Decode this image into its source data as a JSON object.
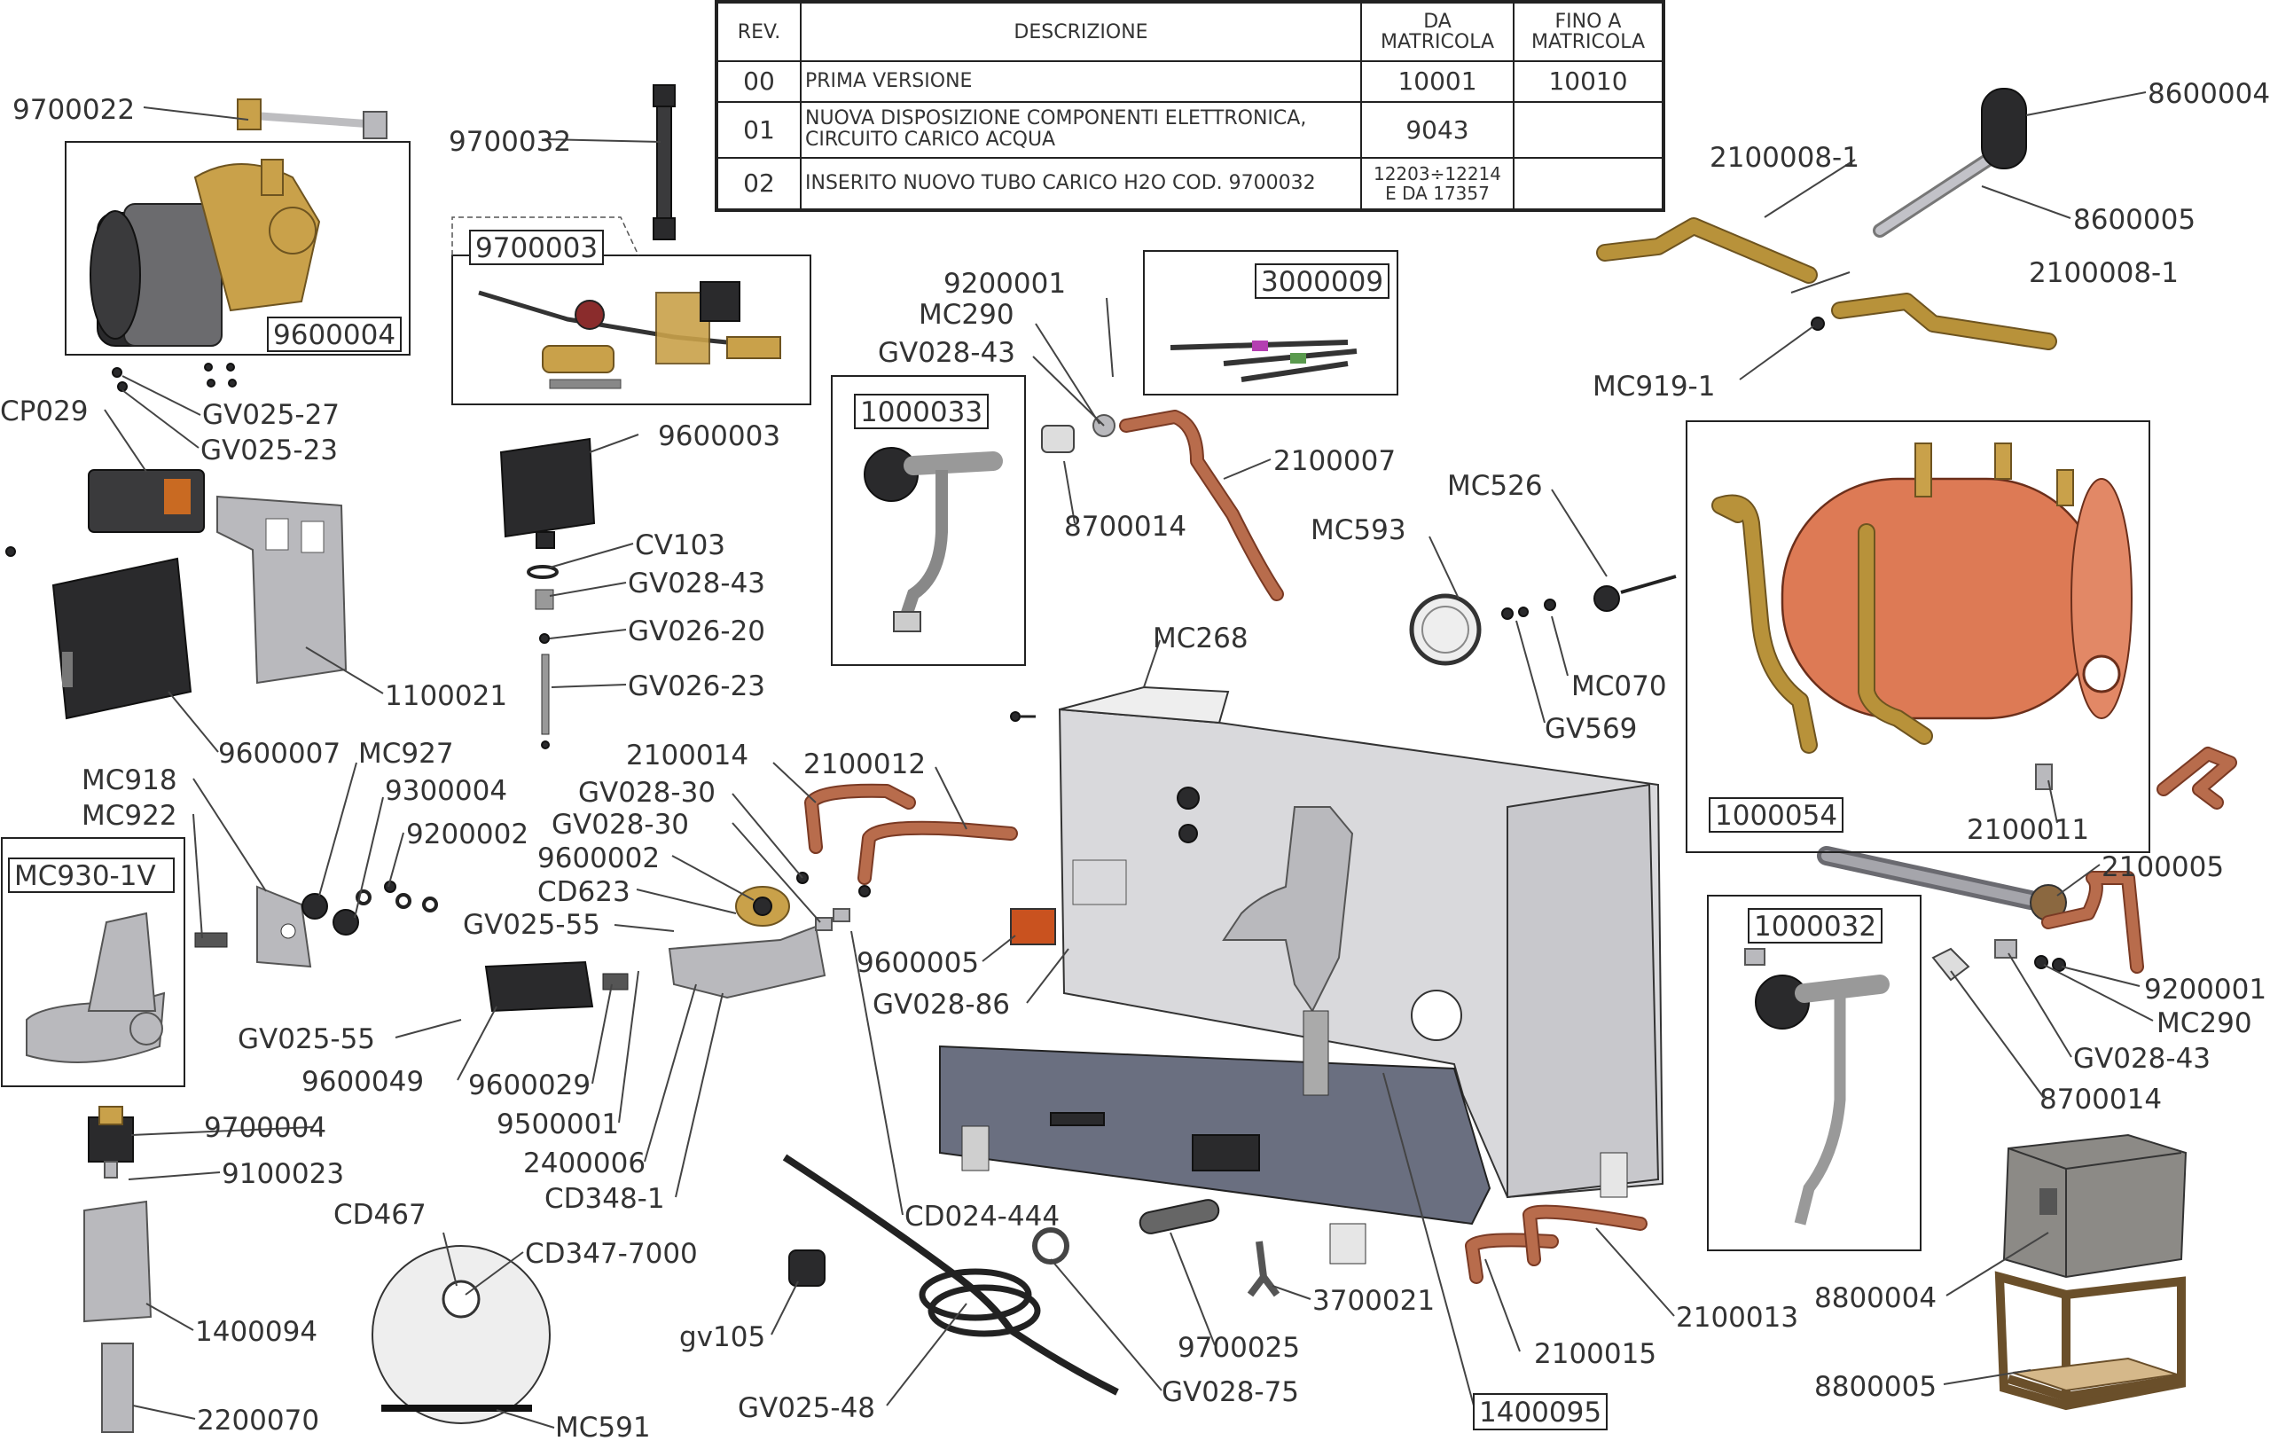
{
  "revision_table": {
    "headers": {
      "rev": "REV.",
      "description": "DESCRIZIONE",
      "from_serial": "DA MATRICOLA",
      "to_serial": "FINO A MATRICOLA"
    },
    "rows": [
      {
        "rev": "00",
        "description": "PRIMA VERSIONE",
        "from_serial": "10001",
        "to_serial": "10010"
      },
      {
        "rev": "01",
        "description": "NUOVA DISPOSIZIONE COMPONENTI ELETTRONICA, CIRCUITO CARICO ACQUA",
        "from_serial": "9043",
        "to_serial": ""
      },
      {
        "rev": "02",
        "description": "INSERITO NUOVO TUBO CARICO H2O COD. 9700032",
        "from_serial": "12203÷12214 E DA 17357",
        "to_serial": ""
      }
    ]
  },
  "boxed_labels": {
    "b9600004": "9600004",
    "b9700003": "9700003",
    "b3000009": "3000009",
    "b1000033": "1000033",
    "b1000054": "1000054",
    "b1000032": "1000032",
    "bMC930": "MC930-1V",
    "b1400095": "1400095"
  },
  "labels": {
    "l9700022": "9700022",
    "l9700032": "9700032",
    "lGV025_27": "GV025-27",
    "lCP029": "CP029",
    "lGV025_23": "GV025-23",
    "l1100021": "1100021",
    "l9600007": "9600007",
    "lMC927": "MC927",
    "lMC918": "MC918",
    "lMC922": "MC922",
    "l9300004": "9300004",
    "l9200002": "9200002",
    "lGV025_55a": "GV025-55",
    "lGV025_55b": "GV025-55",
    "l9600049": "9600049",
    "l9600029": "9600029",
    "l9500001": "9500001",
    "l2400006": "2400006",
    "lCD348": "CD348-1",
    "l9700004": "9700004",
    "l9100023": "9100023",
    "l1400094": "1400094",
    "l2200070": "2200070",
    "lCD467": "CD467",
    "lCD347": "CD347-7000",
    "lMC591": "MC591",
    "l9600003": "9600003",
    "lCV103": "CV103",
    "lGV028_43a": "GV028-43",
    "lGV026_20": "GV026-20",
    "lGV026_23": "GV026-23",
    "l2100014": "2100014",
    "l2100012": "2100012",
    "lGV028_30a": "GV028-30",
    "lGV028_30b": "GV028-30",
    "l9600002": "9600002",
    "lCD623": "CD623",
    "lCD024": "CD024-444",
    "lgv105": "gv105",
    "lGV025_48": "GV025-48",
    "lGV028_75": "GV028-75",
    "l9700025": "9700025",
    "l3700021": "3700021",
    "l9600005": "9600005",
    "lGV028_86": "GV028-86",
    "l9200001a": "9200001",
    "lMC290a": "MC290",
    "lGV028_43b": "GV028-43",
    "l8700014a": "8700014",
    "l2100007": "2100007",
    "lMC268": "MC268",
    "lMC526": "MC526",
    "lMC593": "MC593",
    "lMC070": "MC070",
    "lGV569": "GV569",
    "l2100008a": "2100008-1",
    "l2100008b": "2100008-1",
    "l8600004": "8600004",
    "l8600005": "8600005",
    "lMC919": "MC919-1",
    "l2100011": "2100011",
    "l2100005": "2100005",
    "l9200001b": "9200001",
    "lMC290b": "MC290",
    "lGV028_43c": "GV028-43",
    "l8700014b": "8700014",
    "l8800004": "8800004",
    "l8800005": "8800005",
    "l2100015": "2100015",
    "l2100013": "2100013"
  },
  "colors": {
    "line": "#444444",
    "copper": "#b86c4c",
    "brass": "#c9a14a",
    "tank": "#dd7a55",
    "metal": "#b9b9bd"
  }
}
